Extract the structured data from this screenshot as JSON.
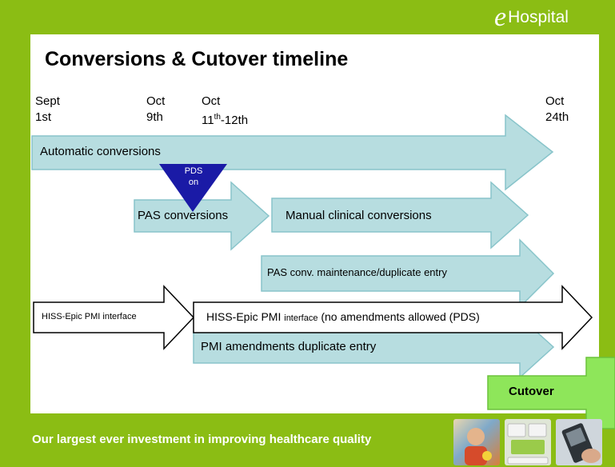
{
  "brand": {
    "mark": "e",
    "name": "Hospital"
  },
  "title": "Conversions & Cutover timeline",
  "dates": [
    {
      "line1": "Sept",
      "line2": "1st"
    },
    {
      "line1": "Oct",
      "line2": "9th"
    },
    {
      "line1": "Oct",
      "line2_main": "11",
      "line2_sup": "th",
      "line2_rest": "-12th"
    },
    {
      "line1": "Oct",
      "line2": "24th"
    }
  ],
  "arrows": {
    "automatic": "Automatic conversions",
    "pds_line1": "PDS",
    "pds_line2": "on",
    "pas": "PAS conversions",
    "manual": "Manual clinical conversions",
    "pas_maint": "PAS conv. maintenance/duplicate entry",
    "hiss_short": "HISS-Epic PMI interface",
    "hiss_long_main": "HISS-Epic PMI ",
    "hiss_long_small": "interface",
    "hiss_long_rest": " (no amendments allowed (PDS)",
    "pmi_dup": "PMI amendments duplicate entry",
    "cutover": "Cutover"
  },
  "colors": {
    "background": "#8bbd14",
    "arrow_fill": "#b7dde0",
    "arrow_stroke": "#88c4ca",
    "pds_triangle": "#1a1aa6",
    "cutover_fill": "#8ee65a"
  },
  "footer": "Our largest ever investment in improving healthcare quality"
}
